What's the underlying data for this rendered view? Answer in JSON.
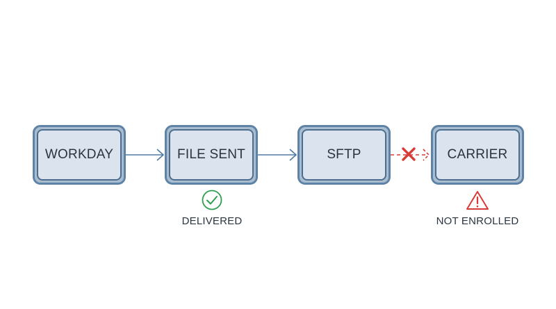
{
  "diagram": {
    "nodes": [
      {
        "id": "workday",
        "label": "WORKDAY"
      },
      {
        "id": "filesent",
        "label": "FILE SENT"
      },
      {
        "id": "sftp",
        "label": "SFTP"
      },
      {
        "id": "carrier",
        "label": "CARRIER"
      }
    ],
    "edges": [
      {
        "from": "workday",
        "to": "filesent",
        "style": "solid",
        "status": "ok"
      },
      {
        "from": "filesent",
        "to": "sftp",
        "style": "solid",
        "status": "ok"
      },
      {
        "from": "sftp",
        "to": "carrier",
        "style": "dashed",
        "status": "failed"
      }
    ],
    "statuses": [
      {
        "node": "filesent",
        "icon": "check-circle-icon",
        "label": "DELIVERED",
        "color": "#2e9e4e"
      },
      {
        "node": "carrier",
        "icon": "warning-triangle-icon",
        "label": "NOT ENROLLED",
        "color": "#d93a36"
      }
    ]
  },
  "colors": {
    "box_outer_border": "#5f83a6",
    "box_fill": "#dae3ee",
    "arrow_ok": "#4f7aa6",
    "arrow_failed": "#d93a36",
    "success": "#2e9e4e",
    "error": "#d93a36"
  }
}
